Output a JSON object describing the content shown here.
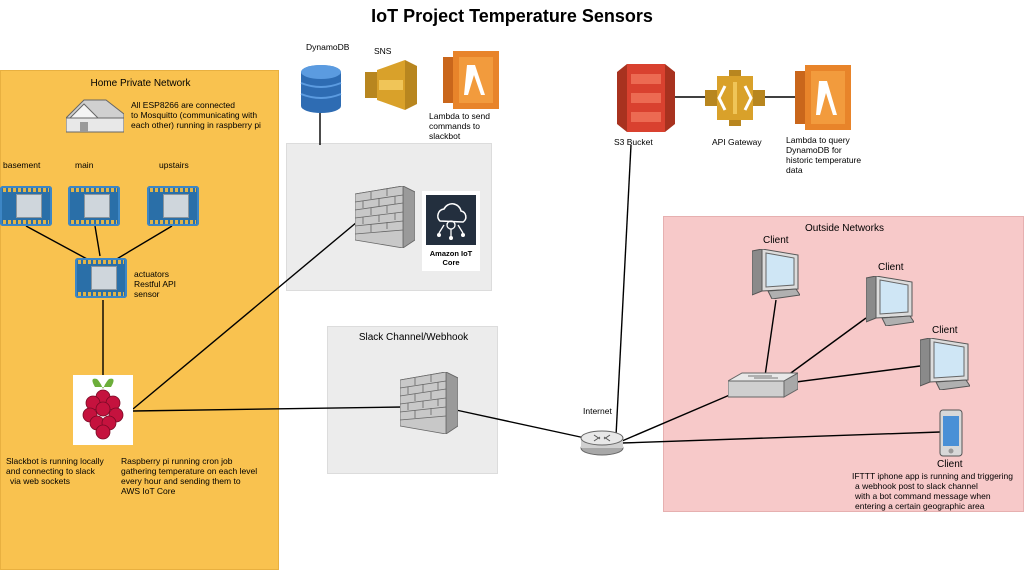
{
  "title": "IoT Project Temperature Sensors",
  "regions": {
    "home": "Home Private Network",
    "slack": "Slack Channel/Webhook",
    "outside": "Outside Networks"
  },
  "aws_top": {
    "dynamodb": "DynamoDB",
    "sns": "SNS",
    "lambda_send": [
      "Lambda to send",
      "commands to",
      "slackbot"
    ]
  },
  "aws_right": {
    "s3": "S3 Bucket",
    "api_gateway": "API Gateway",
    "lambda_query": [
      "Lambda to query",
      "DynamoDB for",
      "historic temperature",
      "data"
    ]
  },
  "iot_core": [
    "Amazon IoT",
    "Core"
  ],
  "home": {
    "note": [
      "All ESP8266 are connected",
      "to Mosquitto (communicating with",
      "each other) running in raspberry pi"
    ],
    "sensors": [
      "basement",
      "main",
      "upstairs"
    ],
    "actuator_label": [
      "actuators",
      "Restful API",
      "sensor"
    ],
    "slackbot_note": [
      "Slackbot is running locally",
      "and connecting to slack",
      "via web sockets"
    ],
    "cron_note": [
      "Raspberry pi running cron job",
      "gathering temperature on each level",
      "every hour and sending them to",
      "AWS IoT Core"
    ]
  },
  "internet": "Internet",
  "clients": [
    "Client",
    "Client",
    "Client",
    "Client"
  ],
  "ifttt_note": [
    "IFTTT iphone app is running and triggering",
    "a webhook post to slack channel",
    "with a bot command message when",
    "entering a certain geographic area"
  ],
  "colors": {
    "home_bg": "#f9c24f",
    "outside_bg": "#f7c9c9",
    "aws_box_bg": "#ececec",
    "lambda_orange": "#e8842a",
    "s3_red": "#d9412f",
    "sns_gold": "#d9a12a",
    "dynamodb_blue": "#2e6cb3",
    "board_blue": "#2a6fa8",
    "raspberry_red": "#c5123e"
  }
}
